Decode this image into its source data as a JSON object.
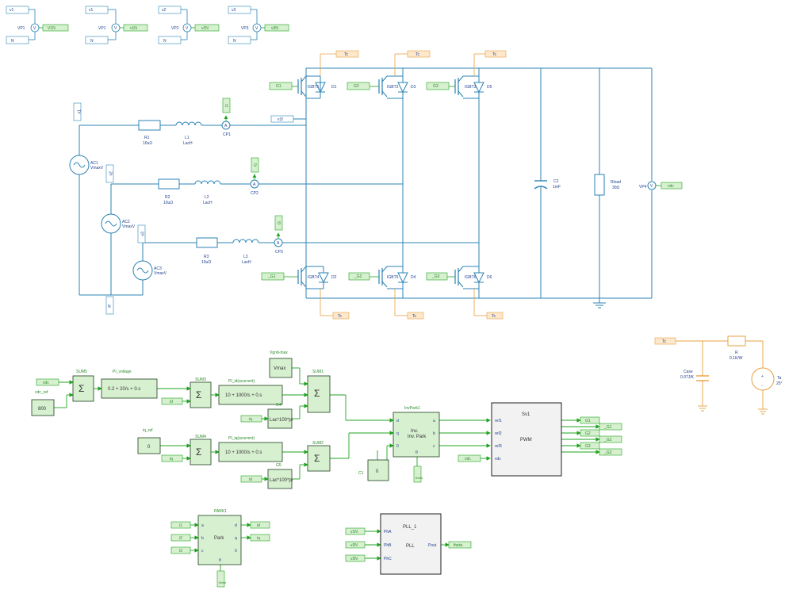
{
  "colors": {
    "power_wire": "#2b83b4",
    "control_wire": "#1fa31f",
    "thermal_wire": "#e8a040",
    "block_fill": "#d7f0d0",
    "block_stroke": "#1f3f1f",
    "thermal_label_fill": "#fde8cc"
  },
  "voltmeters_top": [
    {
      "pos_label": "v1",
      "name": "VP1",
      "out": "V1N"
    },
    {
      "pos_label": "v1",
      "name": "VP1",
      "out": "v1N"
    },
    {
      "pos_label": "v2",
      "name": "VP2",
      "out": "v2N"
    },
    {
      "pos_label": "v3",
      "name": "VP3",
      "out": "v3N"
    }
  ],
  "neutral_label": "N",
  "sources": [
    {
      "name": "AC1",
      "value": "VmaxV"
    },
    {
      "name": "AC2",
      "value": "VmaxV"
    },
    {
      "name": "AC3",
      "value": "VmaxV"
    }
  ],
  "source_tags": [
    "v1",
    "v2",
    "v3"
  ],
  "resistors": [
    {
      "name": "R1",
      "value": "10uΩ"
    },
    {
      "name": "R2",
      "value": "10uΩ"
    },
    {
      "name": "R3",
      "value": "10uΩ"
    }
  ],
  "inductors": [
    {
      "name": "L1",
      "value": "LacH"
    },
    {
      "name": "L2",
      "value": "LacH"
    },
    {
      "name": "L3",
      "value": "LacH"
    }
  ],
  "current_probes": [
    {
      "name": "CP1",
      "tag": "i1"
    },
    {
      "name": "CP2",
      "tag": "i2"
    },
    {
      "name": "CP3",
      "tag": "i3"
    }
  ],
  "v1f_label": "v1f",
  "igbts_top": [
    {
      "name": "IGBT1",
      "diode": "D1",
      "gate": "G1",
      "thermal": "Tc"
    },
    {
      "name": "IGBT2",
      "diode": "D3",
      "gate": "G2",
      "thermal": "Tc"
    },
    {
      "name": "IGBT3",
      "diode": "D5",
      "gate": "G3",
      "thermal": "Tc"
    }
  ],
  "igbts_bottom": [
    {
      "name": "IGBT4",
      "diode": "D2",
      "gate": "_G1",
      "thermal": "Tc"
    },
    {
      "name": "IGBT5",
      "diode": "D4",
      "gate": "_G2",
      "thermal": "Tc"
    },
    {
      "name": "IGBT6",
      "diode": "D6",
      "gate": "_G3",
      "thermal": "Tc"
    }
  ],
  "capacitor": {
    "name": "C2",
    "value": "1mF"
  },
  "load": {
    "name": "Rload",
    "value": "30Ω"
  },
  "dc_voltmeter": {
    "name": "VP4",
    "out": "vdc"
  },
  "thermal_net": {
    "in_label": "Tc",
    "cap_name": "Case",
    "cap_value": "0.07J/K",
    "res_name": "R",
    "res_value": "0.1K/W",
    "source_name": "Ta",
    "source_value": "25°"
  },
  "control": {
    "vdc_tag": "vdc",
    "vdc_ref_label": "vdc_ref",
    "vdc_ref_value": "800",
    "sum5": "SUM5",
    "pi_voltage_label": "PI_voltage",
    "pi_voltage_tf": "0.2 + 20/s + 0.s",
    "sum3": "SUM3",
    "id_tag": "id",
    "pi_id_label": "PI_id(acurrent)",
    "pi_id_tf": "10 + 1000/s + 0.s",
    "vgrid_label": "Vgrid-max",
    "vmax_value": "Vmax",
    "sum1": "SUM1",
    "g4_name": "G4",
    "g4_value": "Lac*100*pi",
    "iq_tag": "iq",
    "iq_ref_label": "iq_ref",
    "iq_ref_value": "0",
    "sum4": "SUM4",
    "pi_iq_label": "PI_iq(acurrent)",
    "pi_iq_tf": "10 + 1000/s + 0.s",
    "sum2": "SUM2",
    "g5_name": "G5",
    "g5_value": "Lac*100*pi",
    "invpark_name": "InvPark1",
    "invpark_text": "Inv. Park",
    "c1_name": "C1",
    "c1_value": "0",
    "theta_tag": "theta",
    "svm_name": "Sv1",
    "svm_text": "PWM",
    "svm_outputs": [
      "G1",
      "_G1",
      "G2",
      "_G2",
      "G3",
      "_G3"
    ],
    "svm_in_labels": [
      "ref1",
      "ref2",
      "ref3",
      "vdc"
    ],
    "park_name": "PARK1",
    "park_text": "Park",
    "park_inputs": [
      "i1",
      "i2",
      "i3"
    ],
    "park_outputs": [
      "id",
      "iq"
    ],
    "pll_name": "PLL_1",
    "pll_text": "PLL",
    "pll_inputs": [
      "v1N",
      "v2N",
      "v3N"
    ],
    "pll_out": "theta"
  }
}
